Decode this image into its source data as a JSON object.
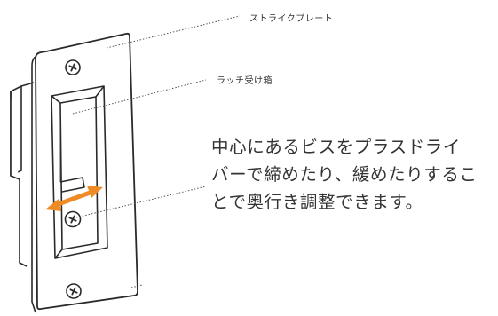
{
  "labels": {
    "strike_plate": "ストライクプレート",
    "latch_box": "ラッチ受け箱"
  },
  "explanation": {
    "lines": [
      "中心にあるビスをプラスドライ",
      "バーで締めたり、緩めたりするこ",
      "とで奥行き調整できます。"
    ]
  },
  "colors": {
    "line": "#2a2a2a",
    "arrow": "#f08a24",
    "text": "#333333"
  },
  "icons": {
    "screw": "phillips-screw-icon",
    "arrow": "double-arrow-icon"
  }
}
